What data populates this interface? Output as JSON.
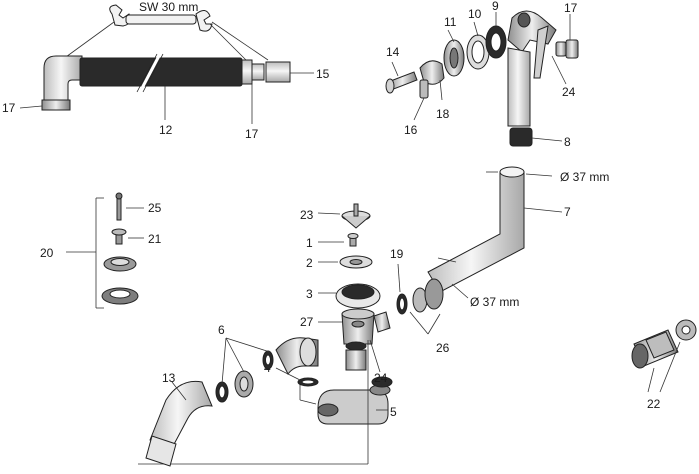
{
  "labels": {
    "sw": "SW 30 mm",
    "dia_top": "Ø 37 mm",
    "dia_bottom": "Ø 37 mm",
    "n1": "1",
    "n2": "2",
    "n3": "3",
    "n4": "4",
    "n5": "5",
    "n6": "6",
    "n7": "7",
    "n8": "8",
    "n9": "9",
    "n10": "10",
    "n11": "11",
    "n12": "12",
    "n13": "13",
    "n14": "14",
    "n15": "15",
    "n16": "16",
    "n17a": "17",
    "n17b": "17",
    "n17c": "17",
    "n18": "18",
    "n19": "19",
    "n20": "20",
    "n21": "21",
    "n22": "22",
    "n23": "23",
    "n24a": "24",
    "n24b": "24",
    "n25": "25",
    "n26": "26",
    "n27": "27"
  }
}
